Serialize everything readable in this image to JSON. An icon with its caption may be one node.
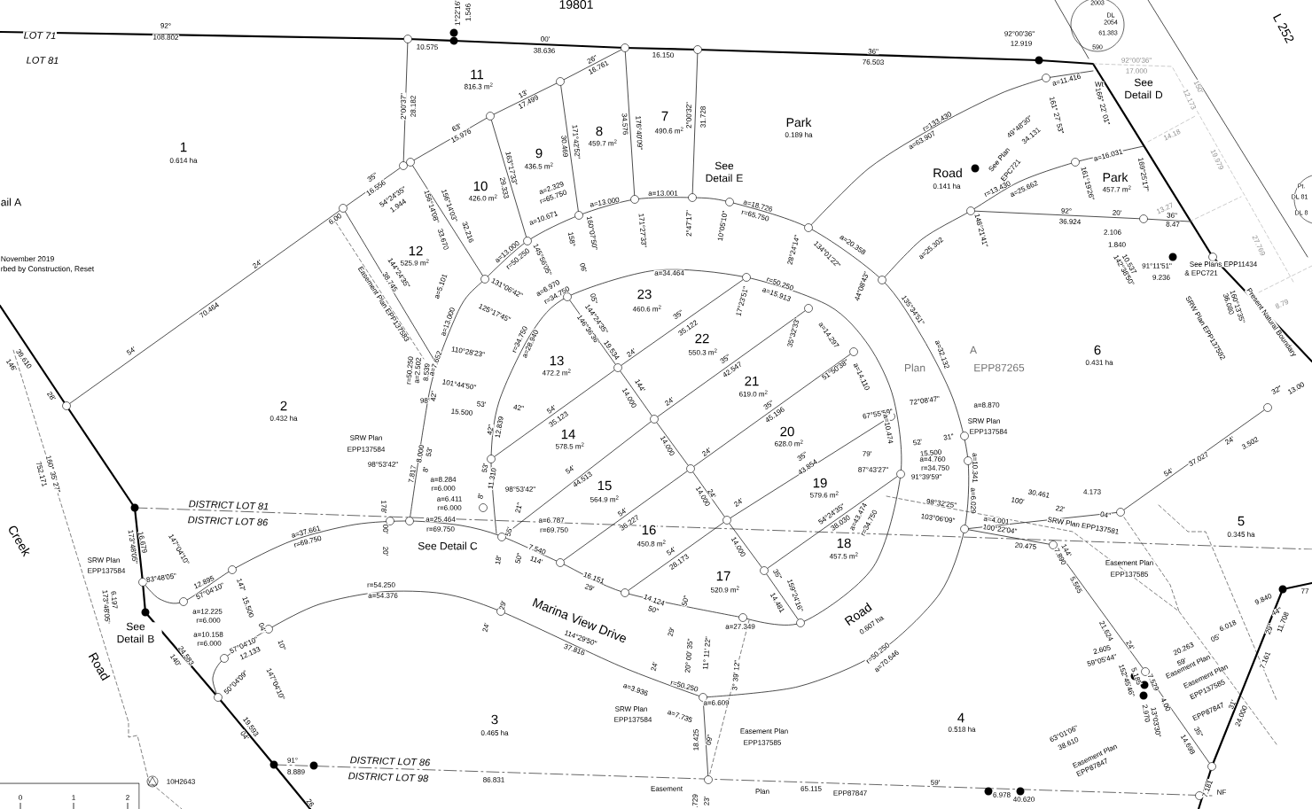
{
  "diagram": {
    "labels": [
      "LOT 71",
      "LOT 81",
      "19801",
      "1°22'16\"",
      "1.546",
      "92°",
      "108.802",
      "10.575",
      "00'",
      "38.636",
      "16.150",
      "36\"",
      "76.503",
      "92°00'36\"",
      "12.919",
      "2003",
      "DL",
      "2054",
      "61.383",
      "590",
      "L 252",
      "92°00'36\"",
      "17.000",
      "150'",
      "12.173",
      "14.18",
      "19.979",
      "13.27",
      "27.769",
      "8.79",
      "Pt.",
      "DL 81",
      "DL 8",
      "1",
      "0.614 ha",
      "ail A",
      "November 2019",
      "rbed by Construction, Reset",
      "2°00'37\"",
      "28.182",
      "35\"",
      "16.556",
      "54°24'35\"",
      "1.944",
      "6.00",
      "24'",
      "70.464",
      "54'",
      "39.610",
      "146'",
      "28'",
      "156°14'08\"",
      "33.670",
      "12",
      "525.9 m$^{2}$",
      "144°24'35\"",
      "38.745",
      "Easement Plan EPP137583",
      "a=7.652",
      "a=5.101",
      "a=13.000",
      "110°28'23\"",
      "101°44'50\"",
      "r=50.250",
      "a=2.502",
      "8.539",
      "98°",
      "15.500",
      "53'",
      "42\"",
      "42\"",
      "SRW Plan",
      "EPP137584",
      "98°53'42\"",
      "7.817",
      "8.000",
      "53'",
      "8'",
      "178'",
      "00'",
      "20'",
      "a=8.284",
      "r=6.000",
      "a=6.411",
      "r=6.000",
      "a=25.464",
      "r=69.750",
      "See Detail C",
      "98°53'42\"",
      "8'",
      "11.310",
      "53'",
      "42\"",
      "12.839",
      "21\"",
      "55'",
      "18'",
      "50\"",
      "29'",
      "24'",
      "a=6.787",
      "r=69.750",
      "7.540",
      "114'",
      "a=37.661",
      "r=69.750",
      "DISTRICT LOT 81",
      "DISTRICT LOT 86",
      "173°48'05\"",
      "16.679",
      "147°04'10\"",
      "SRW Plan",
      "EPP137584",
      "83°48'05\"",
      "12.895",
      "57°04'10\"",
      "147'",
      "15.500",
      "04'",
      "10\"",
      "6.197",
      "173°48'05\"",
      "a=12.225",
      "r=6.000",
      "See Detail B",
      "a=10.158",
      "r=6.000",
      "57°04'10\"",
      "12.133",
      "50°04'09\"",
      "147°04'10\"",
      "24.583",
      "140'",
      "19.593",
      "04'",
      "26",
      "160° 35' 27\"",
      "752.171",
      "Creek",
      "Road",
      "10H2643",
      "91°",
      "8.889",
      "DISTRICT LOT 86",
      "DISTRICT LOT 98",
      "0",
      "1",
      "2",
      "r=54.250",
      "a=54.376",
      "2",
      "0.432 ha",
      "3",
      "0.465 ha",
      "Marina View Drive",
      "114°29'50\"",
      "37.816",
      "16.151",
      "29'",
      "14.124",
      "50\"",
      "50\"",
      "29'",
      "24'",
      "a=3.936",
      "r=50.250",
      "SRW Plan",
      "EPP137584",
      "a=7.735",
      "20° 00' 35\"",
      "11° 11' 22\"",
      "3° 39' 12\"",
      "a=6.609",
      "18.425",
      "09\"",
      "Easement Plan",
      "EPP137585",
      "86.831",
      "Easement",
      "Plan",
      "65.115",
      "EPP87847",
      ".729",
      "23'",
      "11",
      "816.3 m$^{2}$",
      "26\"",
      "16.761",
      "13'",
      "17.499",
      "63'",
      "15.976",
      "10",
      "426.0 m$^{2}$",
      "9",
      "436.5 m$^{2}$",
      "8",
      "459.7 m$^{2}$",
      "7",
      "490.6 m$^{2}$",
      "163°17'33\"",
      "29.333",
      "156°14'03\"",
      "32.216",
      "30.469",
      "171°42'52\"",
      "34.576",
      "176°40'09\"",
      "2°00'32\"",
      "31.728",
      "Park",
      "0.189 ha",
      "See Detail E",
      "a=2.329",
      "r=65.750",
      "a=10.671",
      "a=13.000",
      "a=13.001",
      "a=18.726",
      "r=65.750",
      "a=13.000",
      "r=50.250",
      "145°56'05\"",
      "158°",
      "06'",
      "05\"",
      "160°07'50\"",
      "171°27'33\"",
      "2°47'17\"",
      "10°05'10\"",
      "131°06'42\"",
      "125°17'45\"",
      "a=6.970",
      "r=34.750",
      "a=34.464",
      "23",
      "460.6 m$^{2}$",
      "r=50.250",
      "a=15.913",
      "17°23'51\"",
      "28°24'14\"",
      "134°01'22\"",
      "a=20.358",
      "44°08'43\"",
      "35°32'33\"",
      "a=14.297",
      "13",
      "472.2 m$^{2}$",
      "r=34.750",
      "a=28.940",
      "144°24'35\"",
      "146°36'36\"",
      "19.534",
      "35\"",
      "35.122",
      "24'",
      "22",
      "550.3 m$^{2}$",
      "35\"",
      "42.547",
      "21",
      "619.0 m$^{2}$",
      "24'",
      "51°50'38\"",
      "a=14.110",
      "144'",
      "14.000",
      "54'",
      "35.123",
      "14",
      "578.5 m$^{2}$",
      "35\"",
      "45.196",
      "24'",
      "24'",
      "24'",
      "14.000",
      "14.000",
      "14.000",
      "20",
      "628.0 m$^{2}$",
      "67°55'59\"",
      "a=10.474",
      "79'",
      "87°43'27\"",
      "52'",
      "15.500",
      "31\"",
      "a=4.760",
      "r=34.750",
      "a=8.870",
      "72°08'47\"",
      "SRW Plan",
      "EPP137584",
      "a=10.341",
      "91°39'59\"",
      "a=6.029",
      "98°32'25\"",
      "103°06'09\"",
      "a=4.001",
      "100°22'04\"",
      "30.461",
      "100'",
      "22'",
      "04\"",
      "4.173",
      "SRW Plan EPP137581",
      "20.475",
      "144'",
      "7.890",
      "5.565",
      "21.624",
      "24'",
      "Easement Plan",
      "EPP137585",
      "2.605",
      "59°05'44\"",
      "5.185",
      "152°45'46\"",
      "7.529",
      "4.00",
      "2.970",
      "13°03'30\"",
      "14.698",
      "35\"",
      "7.181",
      "NF",
      "24.000",
      "31'",
      "7.161",
      "11.708",
      "29\"",
      "44\"",
      "9.840",
      "77",
      "6.018",
      "05'",
      "20.263",
      "59'",
      "Easement Plan",
      "Easement Plan",
      "EPP137585",
      "EPP87847",
      "4",
      "0.518 ha",
      "63°01'06\"",
      "38.610",
      "Easement Plan",
      "EPP87847",
      "59'",
      "6.978",
      "40.620",
      "5",
      "0.345 ha",
      "54'",
      "37.027",
      "24'",
      "3.502",
      "32\"",
      "13.00",
      "6",
      "0.431 ha",
      "A",
      "Plan",
      "EPP87265",
      "a=32.132",
      "135°34'51\"",
      "18",
      "457.5 m$^{2}$",
      "19",
      "579.6 m$^{2}$",
      "17",
      "520.9 m$^{2}$",
      "16",
      "450.8 m$^{2}$",
      "15",
      "564.9 m$^{2}$",
      "54°24'35\"",
      "38.030",
      "35\"",
      "43.854",
      "54'",
      "36.227",
      "54'",
      "44.513",
      "54'",
      "28.173",
      "35\"",
      "14.481",
      "159°24'16\"",
      "a=27.349",
      "Road",
      "0.607 ha",
      "a=43.474",
      "r=34.750",
      "r=50.250",
      "a=70.646",
      "Road",
      "0.141 ha",
      "See Plan",
      "EPC721",
      "49°48'30\"",
      "34.131",
      "r=133.430",
      "a=63.907",
      "a=11.416",
      "Wt",
      "161° 27' 53\"",
      "166° 22' 01\"",
      "See Detail D",
      "Park",
      "457.7 m$^{2}$",
      "a=16.031",
      "161°19'26\"",
      "169°25'17\"",
      "r=13.430",
      "a=25.662",
      "92°",
      "36.924",
      "20'",
      "36\"",
      "8.47",
      "2.106",
      "1.840",
      "10.537",
      "142°38'50\"",
      "91°11'51\"",
      "9.236",
      "148°21'41\"",
      "a=25.302",
      "SRW Plan EPP137582",
      "160°13'35\"",
      "36.080",
      "See Plans EPP11434",
      "& EPC721",
      "Present Natural Boundary"
    ]
  }
}
